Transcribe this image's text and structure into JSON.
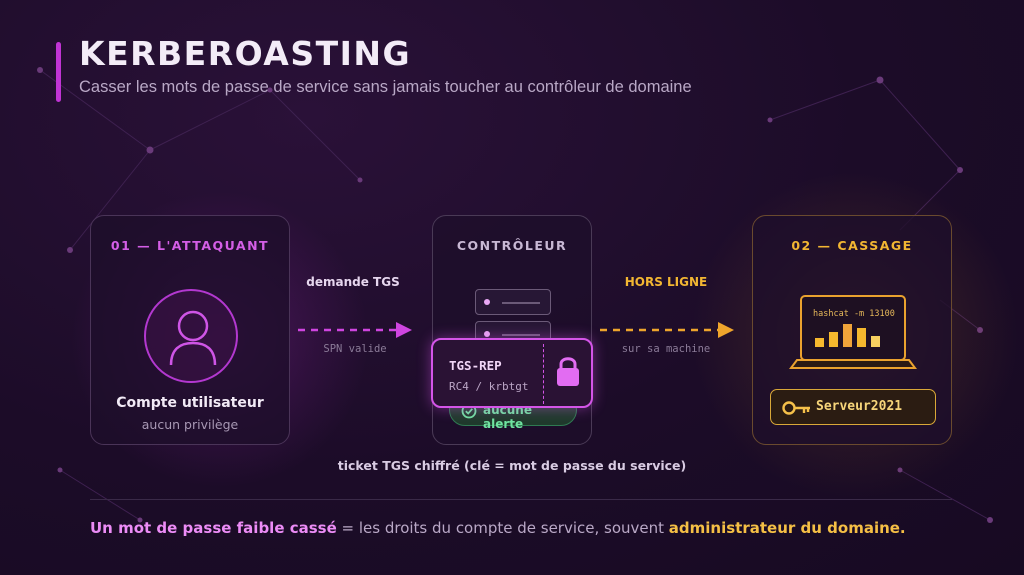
{
  "header": {
    "title": "KERBEROASTING",
    "subtitle": "Casser les mots de passe de service sans jamais toucher au contrôleur de domaine"
  },
  "attacker": {
    "heading": "01 — L'ATTAQUANT",
    "account_name": "Compte utilisateur",
    "account_sub": "aucun privilège",
    "icon": "user-icon"
  },
  "request_flow": {
    "label": "demande TGS",
    "sublabel": "SPN valide"
  },
  "controller": {
    "heading": "CONTRÔLEUR",
    "alert_text": "aucune alerte",
    "icon": "server-icon"
  },
  "ticket": {
    "title": "TGS-REP",
    "subtitle": "RC4 / krbtgt",
    "icon": "lock-icon"
  },
  "offline_flow": {
    "label": "HORS LIGNE",
    "sublabel": "sur sa machine"
  },
  "cracking": {
    "heading": "02 — CASSAGE",
    "command": "hashcat -m 13100",
    "password": "Serveur2021",
    "icon": "key-icon"
  },
  "ticket_caption": "ticket TGS chiffré (clé = mot de passe du service)",
  "footer": {
    "part1": "Un mot de passe faible cassé",
    "part2": " = les droits du compte de service, souvent ",
    "part3": "administrateur du domaine."
  },
  "colors": {
    "pink_accent": "#c034d4",
    "gold_accent": "#f5bf45",
    "alert_green": "#6fe3a0",
    "background": "#1c0c28"
  }
}
